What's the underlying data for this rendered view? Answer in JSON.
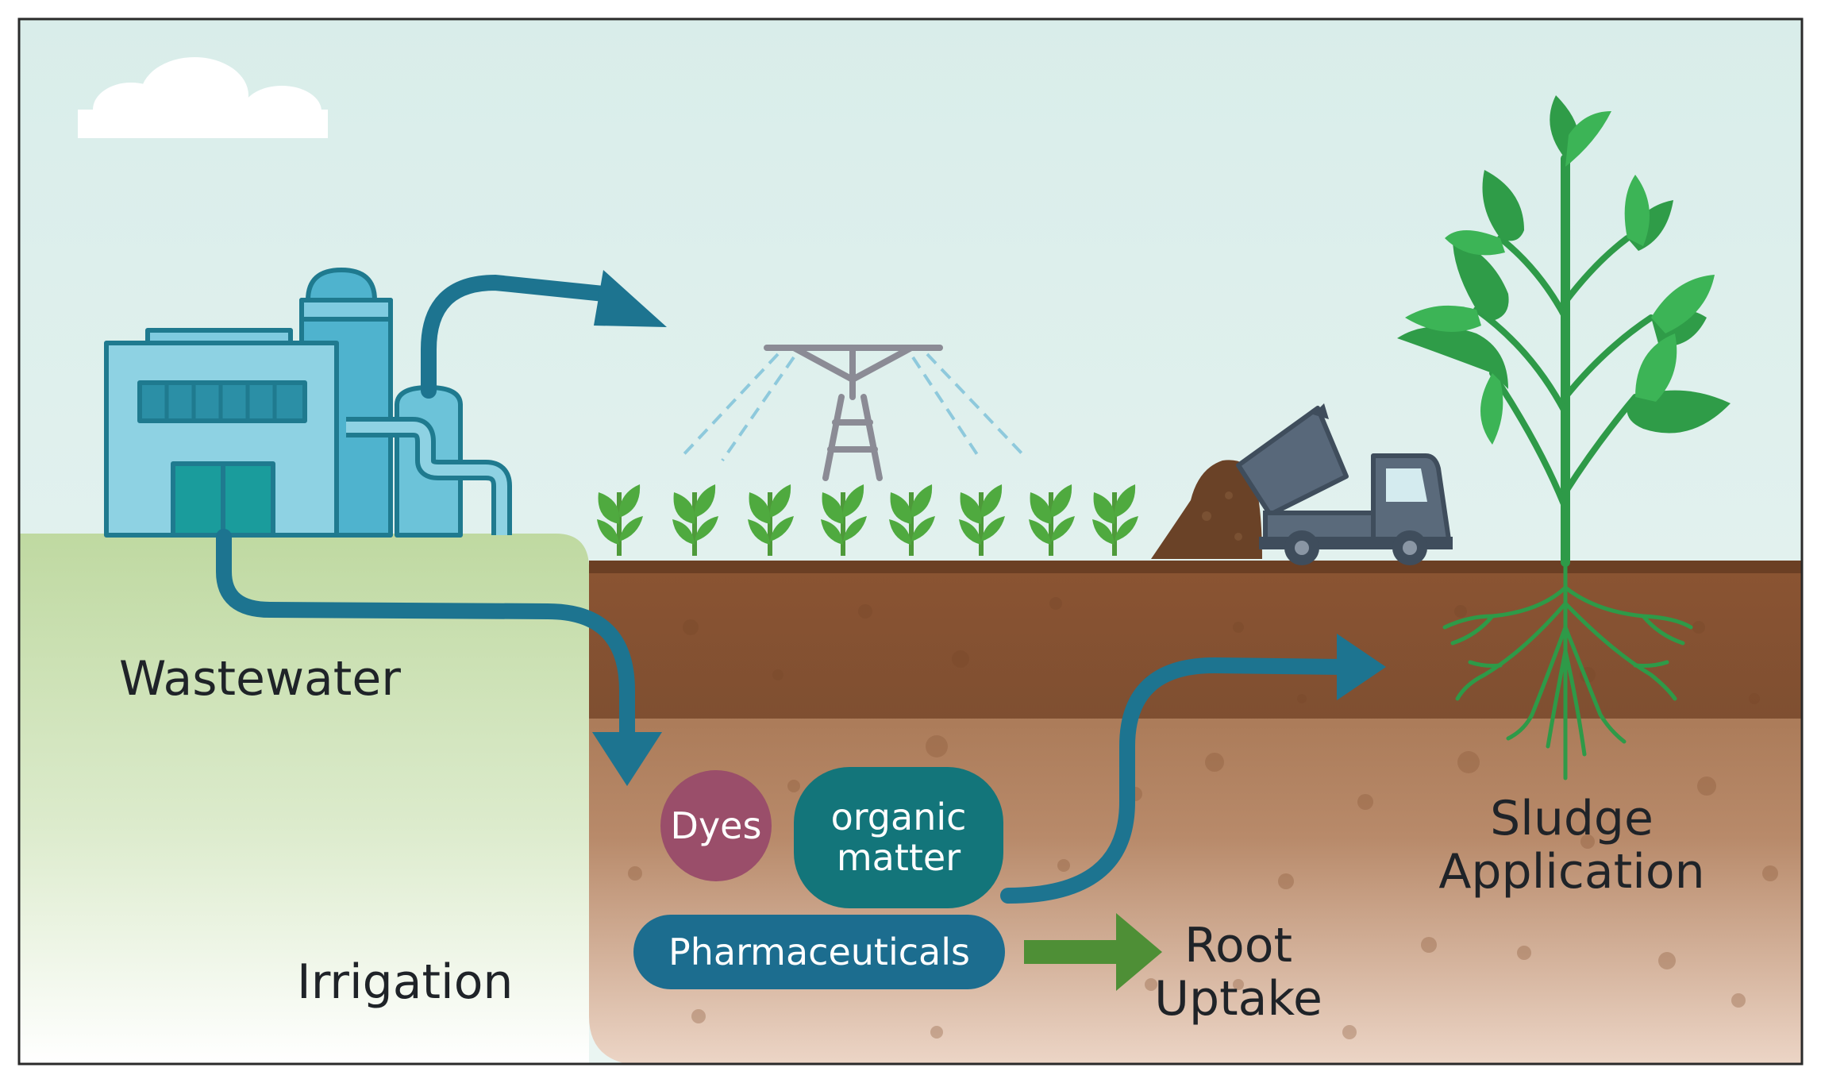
{
  "labels": {
    "wastewater": "Wastewater",
    "irrigation": "Irrigation",
    "sludge_line1": "Sludge",
    "sludge_line2": "Application",
    "root_line1": "Root",
    "root_line2": "Uptake"
  },
  "contaminants": {
    "dyes": "Dyes",
    "organic_line1": "organic",
    "organic_line2": "matter",
    "pharmaceuticals": "Pharmaceuticals"
  },
  "colors": {
    "flow_arrow": "#1d7490",
    "root_arrow": "#4e8f36",
    "dyes_fill": "#9a4e6a",
    "organic_fill": "#13757a",
    "pharma_fill": "#1c6d8f",
    "plant_green": "#2e9a48",
    "soil_top": "#8e5835",
    "soil_bottom": "#e8cdbd",
    "grass": "#c4dca9",
    "sky": "#e4f2ef"
  },
  "icons": [
    "factory-icon",
    "cloud-icon",
    "sprinkler-icon",
    "seedling-icon",
    "dump-truck-icon",
    "plant-icon"
  ]
}
